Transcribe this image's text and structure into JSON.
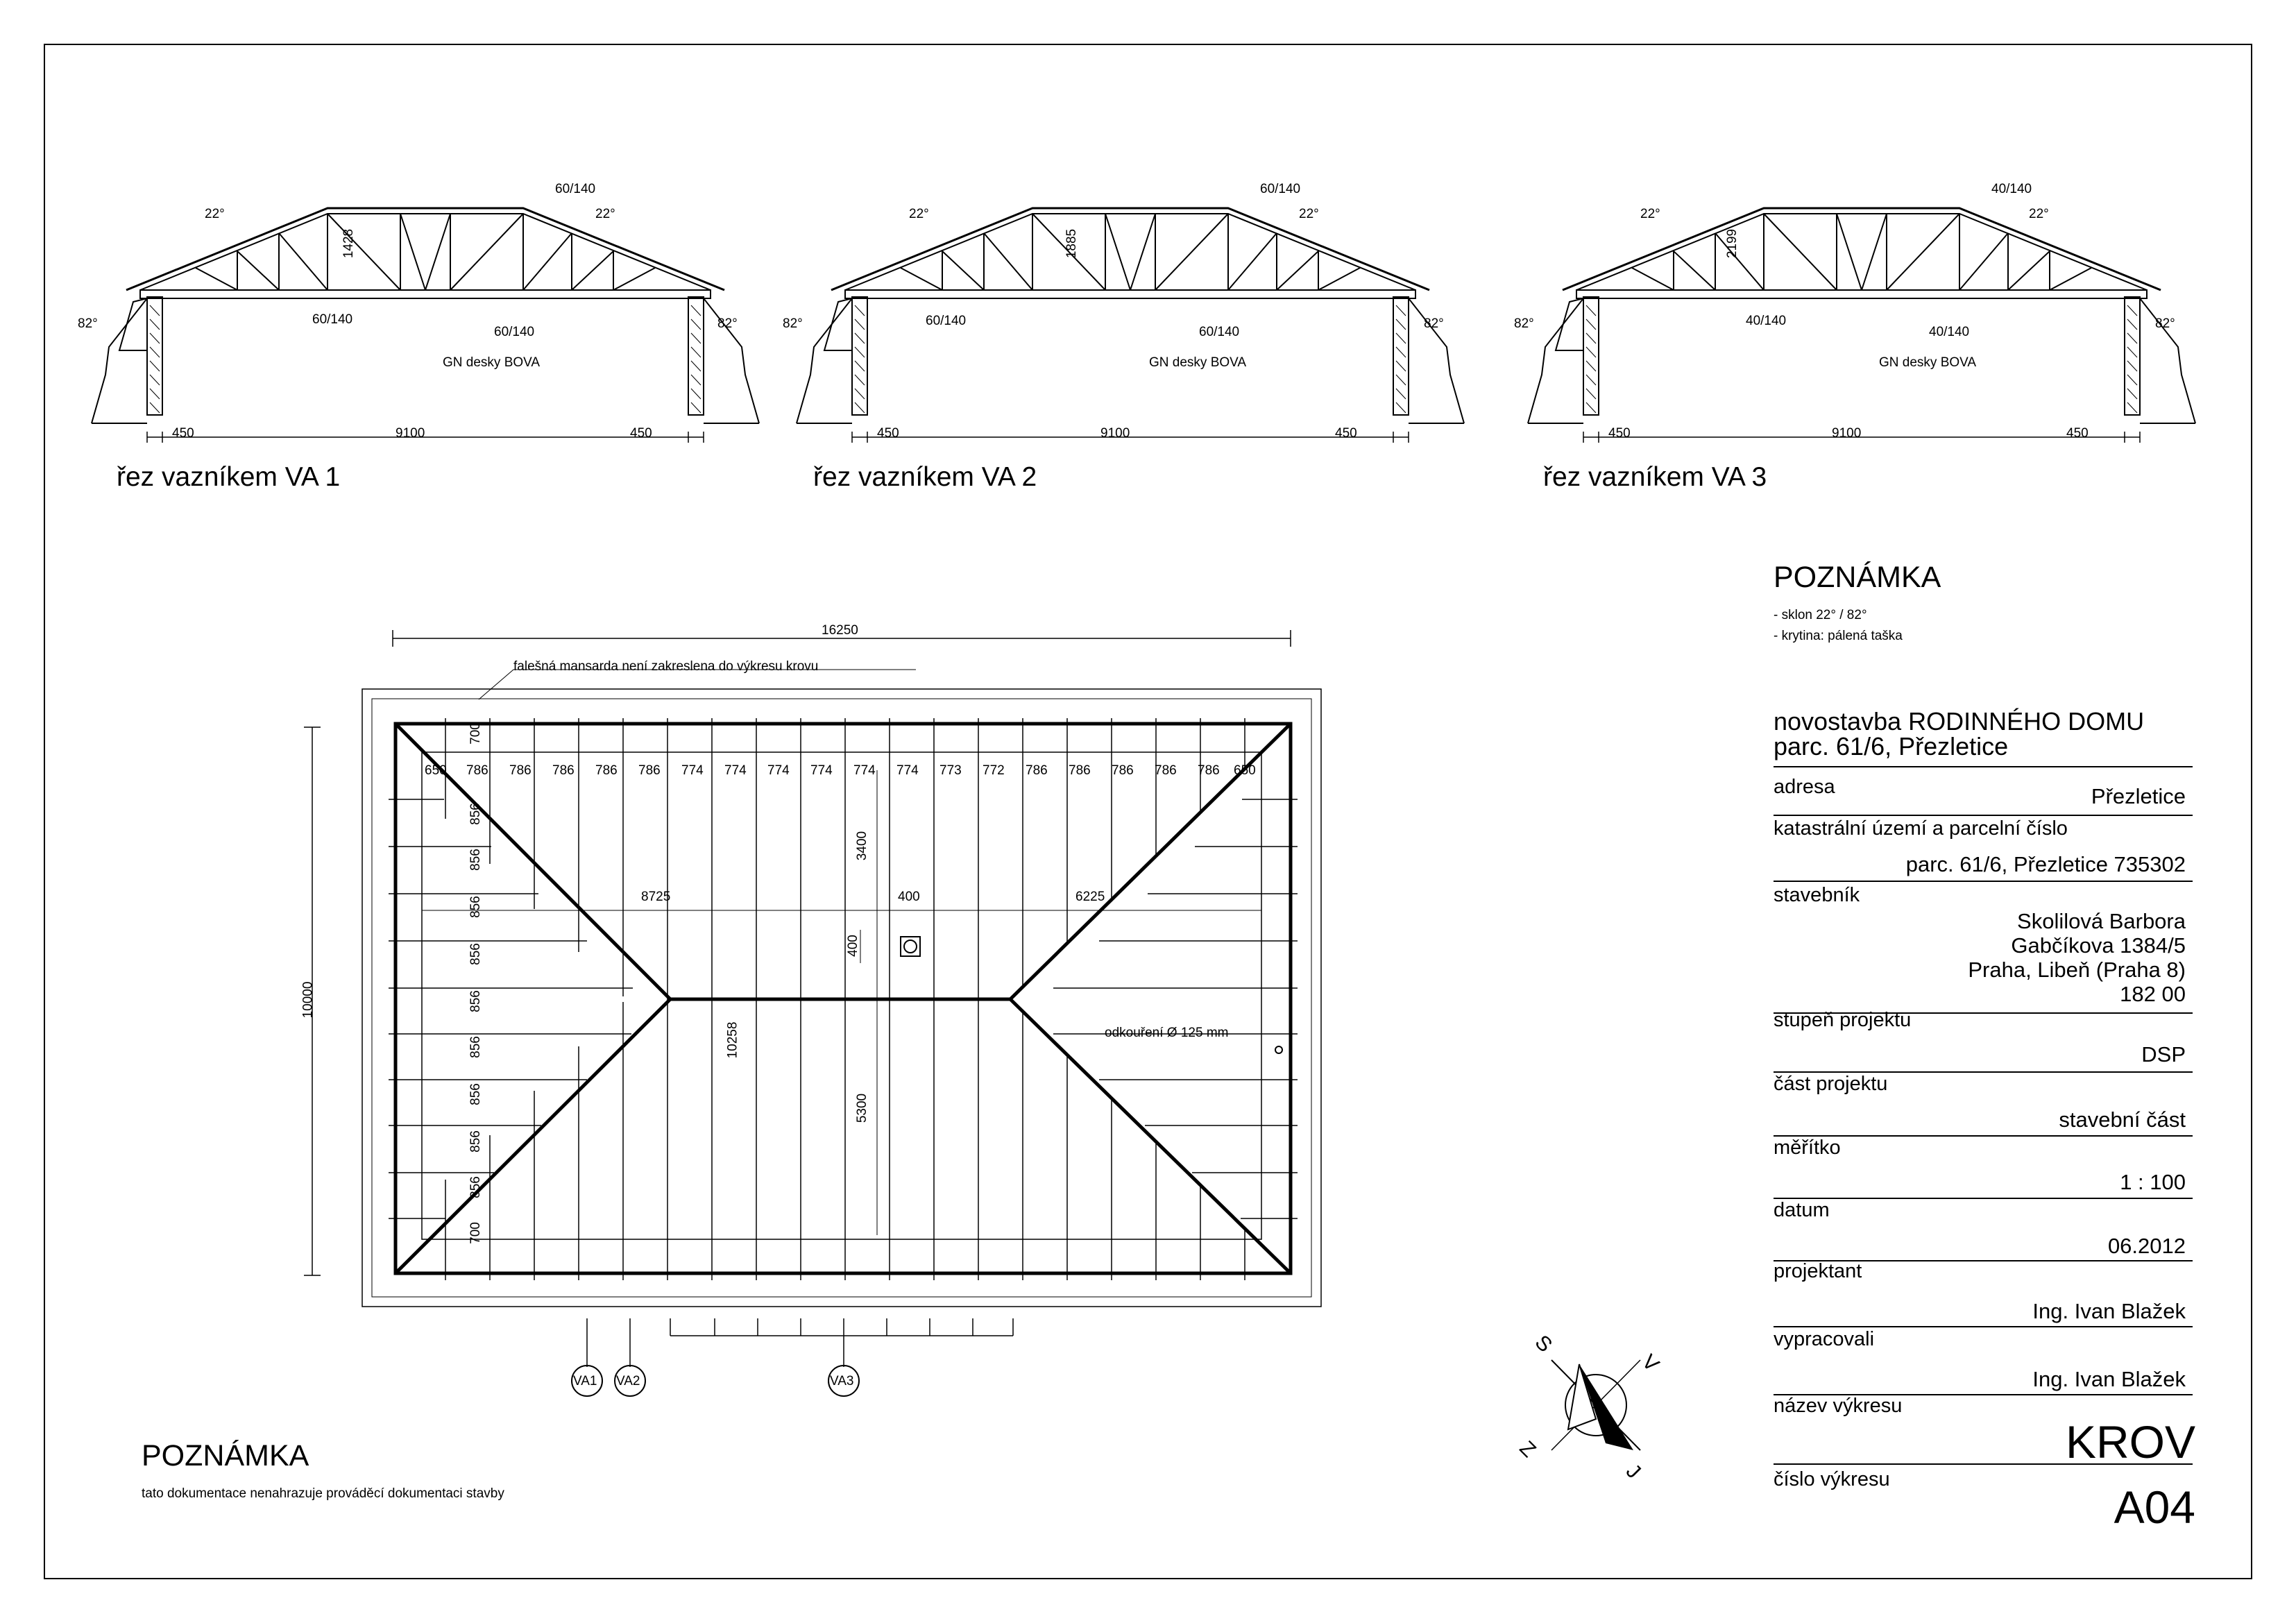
{
  "trusses": [
    {
      "title": "řez vazníkem VA 1",
      "angle_left": "22°",
      "angle_right": "22°",
      "wall_left": "82°",
      "wall_right": "82°",
      "top_chord": "60/140",
      "bottom_left": "60/140",
      "bottom_right": "60/140",
      "height": "1428",
      "plates": "GN desky BOVA",
      "span_left": "450",
      "span_mid": "9100",
      "span_right": "450"
    },
    {
      "title": "řez vazníkem VA 2",
      "angle_left": "22°",
      "angle_right": "22°",
      "wall_left": "82°",
      "wall_right": "82°",
      "top_chord": "60/140",
      "bottom_left": "60/140",
      "bottom_right": "60/140",
      "height": "1885",
      "plates": "GN desky BOVA",
      "span_left": "450",
      "span_mid": "9100",
      "span_right": "450"
    },
    {
      "title": "řez vazníkem VA 3",
      "angle_left": "22°",
      "angle_right": "22°",
      "wall_left": "82°",
      "wall_right": "82°",
      "top_chord": "40/140",
      "bottom_left": "40/140",
      "bottom_right": "40/140",
      "height": "2199",
      "plates": "GN desky BOVA",
      "span_left": "450",
      "span_mid": "9100",
      "span_right": "450"
    }
  ],
  "plan": {
    "width_dim": "16250",
    "height_dim": "10000",
    "mansard_note": "falešná mansarda není zakreslena do výkresu krovu",
    "spacings": [
      "650",
      "786",
      "786",
      "786",
      "786",
      "786",
      "774",
      "774",
      "774",
      "774",
      "774",
      "774",
      "773",
      "772",
      "786",
      "786",
      "786",
      "786",
      "786",
      "650"
    ],
    "left_spacings": [
      "700",
      "856",
      "856",
      "856",
      "856",
      "856",
      "856",
      "856",
      "856",
      "856",
      "700"
    ],
    "dim_left_run": "8725",
    "dim_right_run": "6225",
    "dim_400a": "400",
    "dim_400b": "400",
    "dim_3400": "3400",
    "dim_5300": "5300",
    "dim_ridge": "10258",
    "chimney_note": "odkouření Ø 125 mm",
    "markers": [
      "VA1",
      "VA2",
      "VA3"
    ]
  },
  "compass": {
    "north": "S",
    "east": "V",
    "south": "J",
    "west": "Z"
  },
  "note_right": {
    "heading": "POZNÁMKA",
    "lines": [
      "- sklon 22° / 82°",
      "- krytina: pálená taška"
    ]
  },
  "note_bottom": {
    "heading": "POZNÁMKA",
    "text": "tato dokumentace nenahrazuje prováděcí dokumentaci stavby"
  },
  "title_block": {
    "project_line1": "novostavba RODINNÉHO DOMU",
    "project_line2": "parc. 61/6, Přezletice",
    "adresa_label": "adresa",
    "adresa": "Přezletice",
    "katastr_label": "katastrální území a parcelní číslo",
    "katastr": "parc. 61/6, Přezletice 735302",
    "stavebnik_label": "stavebník",
    "stavebnik": [
      "Skolilová Barbora",
      "Gabčíkova 1384/5",
      "Praha, Libeň (Praha 8)",
      "182 00"
    ],
    "stupen_label": "stupeň projektu",
    "stupen": "DSP",
    "cast_label": "část projektu",
    "cast": "stavební část",
    "meritko_label": "měřítko",
    "meritko": "1 : 100",
    "datum_label": "datum",
    "datum": "06.2012",
    "projektant_label": "projektant",
    "projektant": "Ing. Ivan Blažek",
    "vypracovali_label": "vypracovali",
    "vypracovali": "Ing. Ivan Blažek",
    "nazev_label": "název výkresu",
    "nazev": "KROV",
    "cislo_label": "číslo výkresu",
    "cislo": "A04"
  }
}
